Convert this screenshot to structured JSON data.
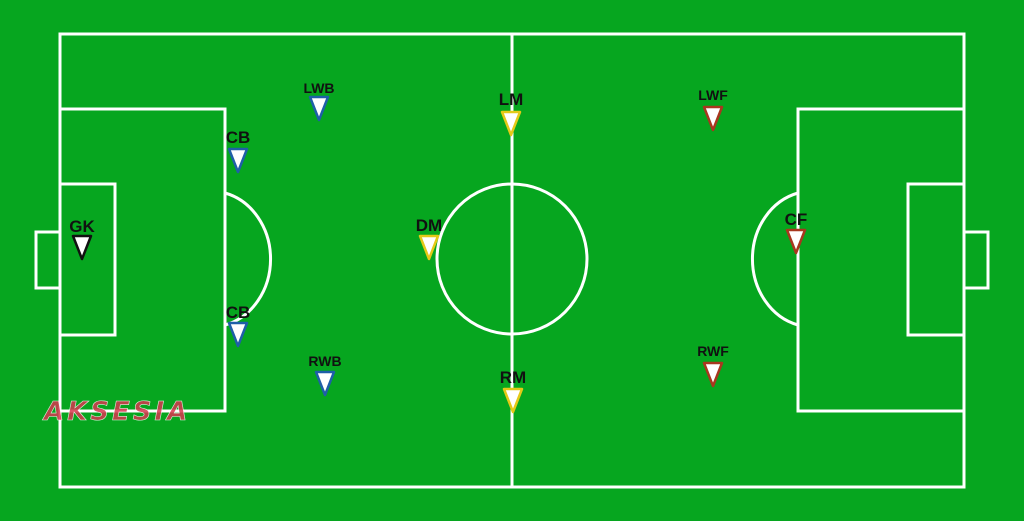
{
  "pitch": {
    "background_color": "#06a61f",
    "line_color": "#ffffff"
  },
  "watermark": {
    "text": "AKSESIA",
    "color": "#d8374f"
  },
  "players": [
    {
      "id": "gk",
      "label": "GK",
      "color": "#111111",
      "side": "left"
    },
    {
      "id": "cb1",
      "label": "CB",
      "color": "#1f5fa8",
      "side": "left"
    },
    {
      "id": "cb2",
      "label": "CB",
      "color": "#1f5fa8",
      "side": "left"
    },
    {
      "id": "lwb",
      "label": "LWB",
      "color": "#1f5fa8",
      "side": "left"
    },
    {
      "id": "rwb",
      "label": "RWB",
      "color": "#1f5fa8",
      "side": "left"
    },
    {
      "id": "dm",
      "label": "DM",
      "color": "#e4c918",
      "side": "left"
    },
    {
      "id": "lm",
      "label": "LM",
      "color": "#e4c918",
      "side": "left"
    },
    {
      "id": "rm",
      "label": "RM",
      "color": "#e4c918",
      "side": "left"
    },
    {
      "id": "lwf",
      "label": "LWF",
      "color": "#a8371f",
      "side": "right"
    },
    {
      "id": "cf",
      "label": "CF",
      "color": "#a8371f",
      "side": "right"
    },
    {
      "id": "rwf",
      "label": "RWF",
      "color": "#a8371f",
      "side": "right"
    }
  ]
}
